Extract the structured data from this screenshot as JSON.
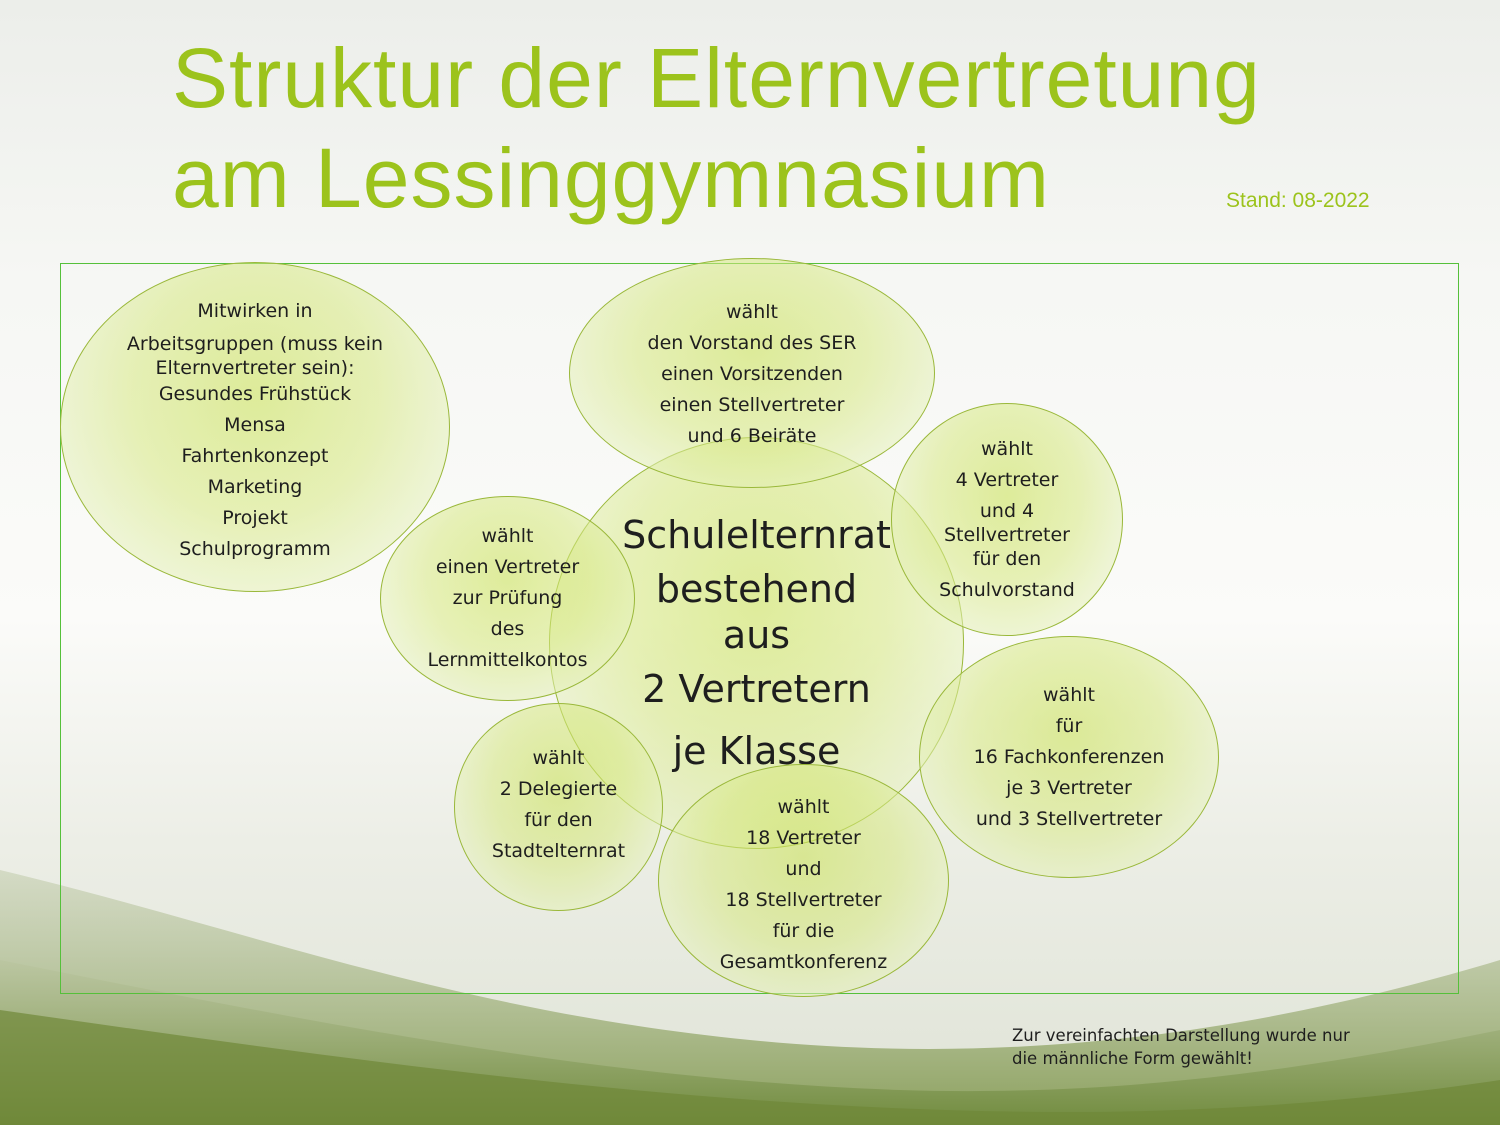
{
  "title": {
    "line1": "Struktur der Elternvertretung",
    "line2": "am Lessinggymnasium"
  },
  "stand": "Stand: 08-2022",
  "center": [
    "Schulelternrat",
    "bestehend",
    "aus",
    "2 Vertretern",
    "je Klasse"
  ],
  "arbeitsgruppen": [
    "Mitwirken in",
    "Arbeitsgruppen (muss kein",
    "Elternvertreter sein):",
    "Gesundes Frühstück",
    "Mensa",
    "Fahrtenkonzept",
    "Marketing",
    "Projekt",
    "Schulprogramm"
  ],
  "vorstand": [
    "wählt",
    "den Vorstand des SER",
    "einen Vorsitzenden",
    "einen Stellvertreter",
    "und 6 Beiräte"
  ],
  "schulvorstand": [
    "wählt",
    "4 Vertreter",
    "und 4",
    "Stellvertreter",
    "für den",
    "Schulvorstand"
  ],
  "lernmittel": [
    "wählt",
    "einen Vertreter",
    "zur Prüfung",
    "des",
    "Lernmittelkontos"
  ],
  "fachkonferenzen": [
    "wählt",
    "für",
    "16 Fachkonferenzen",
    "je 3 Vertreter",
    "und 3 Stellvertreter"
  ],
  "stadtelternrat": [
    "wählt",
    "2 Delegierte",
    "für den",
    "Stadtelternrat"
  ],
  "gesamtkonferenz": [
    "wählt",
    "18 Vertreter",
    "und",
    "18 Stellvertreter",
    "für die",
    "Gesamtkonferenz"
  ],
  "footer": {
    "line1": "Zur vereinfachten Darstellung wurde nur",
    "line2": "die männliche Form gewählt!"
  },
  "colors": {
    "title": "#9cc31c",
    "frame": "#55c03a",
    "bubble_border": "#9ab83a",
    "bubble_fill": "#d6e880"
  }
}
